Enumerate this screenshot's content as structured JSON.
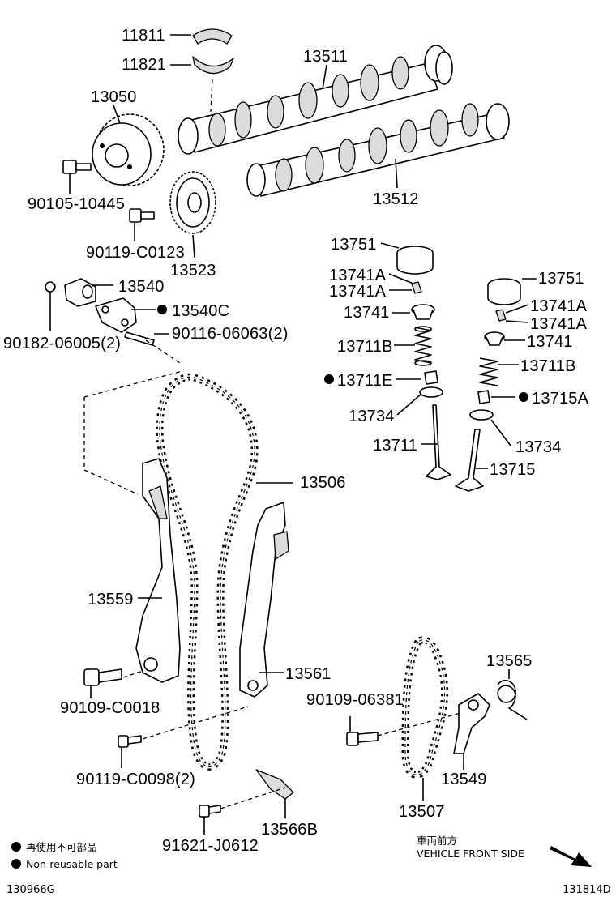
{
  "parts": [
    {
      "id": "p11811",
      "label": "11811"
    },
    {
      "id": "p11821",
      "label": "11821"
    },
    {
      "id": "p13511",
      "label": "13511"
    },
    {
      "id": "p13050",
      "label": "13050"
    },
    {
      "id": "p90105",
      "label": "90105-10445"
    },
    {
      "id": "p13512",
      "label": "13512"
    },
    {
      "id": "p90119a",
      "label": "90119-C0123"
    },
    {
      "id": "p13523",
      "label": "13523"
    },
    {
      "id": "p13540",
      "label": "13540"
    },
    {
      "id": "p13540c",
      "label": "13540C"
    },
    {
      "id": "p90182",
      "label": "90182-06005(2)"
    },
    {
      "id": "p90116",
      "label": "90116-06063(2)"
    },
    {
      "id": "p13751a",
      "label": "13751"
    },
    {
      "id": "p13741A1",
      "label": "13741A"
    },
    {
      "id": "p13741A2",
      "label": "13741A"
    },
    {
      "id": "p13741a",
      "label": "13741"
    },
    {
      "id": "p13711B1",
      "label": "13711B"
    },
    {
      "id": "p13711E",
      "label": "13711E"
    },
    {
      "id": "p13734a",
      "label": "13734"
    },
    {
      "id": "p13711",
      "label": "13711"
    },
    {
      "id": "p13751b",
      "label": "13751"
    },
    {
      "id": "p13741A3",
      "label": "13741A"
    },
    {
      "id": "p13741A4",
      "label": "13741A"
    },
    {
      "id": "p13741b",
      "label": "13741"
    },
    {
      "id": "p13711B2",
      "label": "13711B"
    },
    {
      "id": "p13715A",
      "label": "13715A"
    },
    {
      "id": "p13734b",
      "label": "13734"
    },
    {
      "id": "p13715",
      "label": "13715"
    },
    {
      "id": "p13506",
      "label": "13506"
    },
    {
      "id": "p13559",
      "label": "13559"
    },
    {
      "id": "p13561",
      "label": "13561"
    },
    {
      "id": "p90109a",
      "label": "90109-C0018"
    },
    {
      "id": "p90119b",
      "label": "90119-C0098(2)"
    },
    {
      "id": "p13566B",
      "label": "13566B"
    },
    {
      "id": "p91621",
      "label": "91621-J0612"
    },
    {
      "id": "p13565",
      "label": "13565"
    },
    {
      "id": "p90109b",
      "label": "90109-06381"
    },
    {
      "id": "p13549",
      "label": "13549"
    },
    {
      "id": "p13507",
      "label": "13507"
    }
  ],
  "legend": {
    "line1": "再使用不可部品",
    "line2": "Non-reusable part"
  },
  "direction": {
    "jp": "車両前方",
    "en": "VEHICLE FRONT SIDE"
  },
  "codes": {
    "left": "130966G",
    "right": "131814D"
  }
}
